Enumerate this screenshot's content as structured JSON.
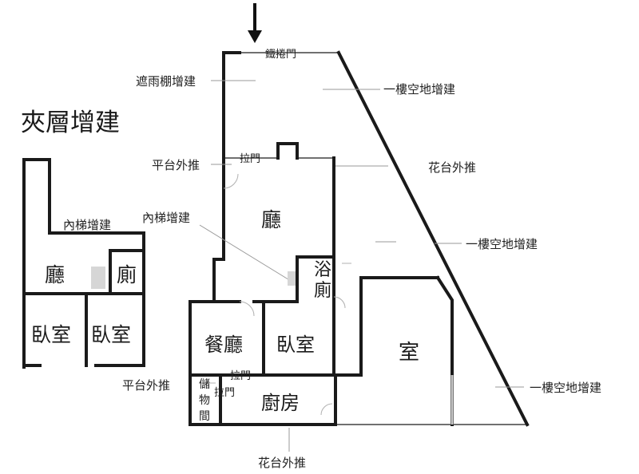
{
  "mezzanine_title": "夾層增建",
  "mezzanine": {
    "inner_stair": "內梯增建",
    "hall": "廳",
    "toilet": "廁",
    "bedroom_left": "臥室",
    "bedroom_right": "臥室"
  },
  "main_floor": {
    "rolling_door": "鐵捲門",
    "canopy": "遮雨棚增建",
    "platform_push_top": "平台外推",
    "sliding_door_top": "拉門",
    "inner_stair": "內梯增建",
    "hall": "廳",
    "bath": "浴",
    "toilet": "廁",
    "dining": "餐廳",
    "bedroom": "臥室",
    "room": "室",
    "storage_1": "儲",
    "storage_2": "物",
    "storage_3": "間",
    "sliding_door_mid": "拉門",
    "sliding_door_low": "拉門",
    "platform_push_bottom": "平台外推",
    "kitchen": "廚房",
    "planter_push_bottom": "花台外推"
  },
  "annotations": {
    "first_floor_vacant_1": "一樓空地增建",
    "planter_push_right": "花台外推",
    "first_floor_vacant_2": "一樓空地增建",
    "first_floor_vacant_3": "一樓空地增建"
  },
  "colors": {
    "wall": "#1a1a1a",
    "leader": "#9a9a9a"
  },
  "icons": {
    "entrance": "arrow-down-icon"
  }
}
